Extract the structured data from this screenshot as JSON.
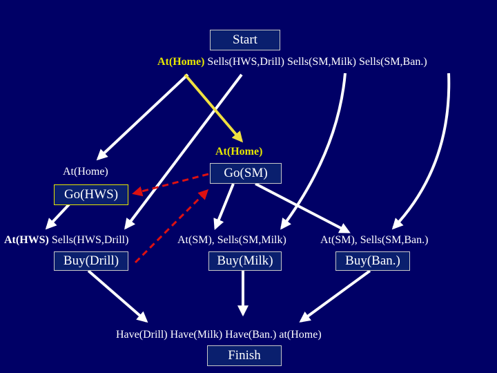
{
  "steps": {
    "start": "Start",
    "go_hws": "Go(HWS)",
    "go_sm": "Go(SM)",
    "buy_drill": "Buy(Drill)",
    "buy_milk": "Buy(Milk)",
    "buy_ban": "Buy(Ban.)",
    "finish": "Finish"
  },
  "conditions": {
    "start_effects": {
      "at_home": "At(Home)",
      "rest": " Sells(HWS,Drill) Sells(SM,Milk) Sells(SM,Ban.)"
    },
    "go_sm_pre": "At(Home)",
    "go_hws_pre": "At(Home)",
    "buy_drill_pre": {
      "at_hws": "At(HWS)",
      "rest": " Sells(HWS,Drill)"
    },
    "buy_milk_pre": "At(SM), Sells(SM,Milk)",
    "buy_ban_pre": "At(SM), Sells(SM,Ban.)",
    "finish_pre": "Have(Drill) Have(Milk) Have(Ban.) at(Home)"
  },
  "colors": {
    "background": "#000066",
    "causal_link": "#ffffff",
    "highlight_link": "#f0e040",
    "threat_link": "#dd1111"
  }
}
